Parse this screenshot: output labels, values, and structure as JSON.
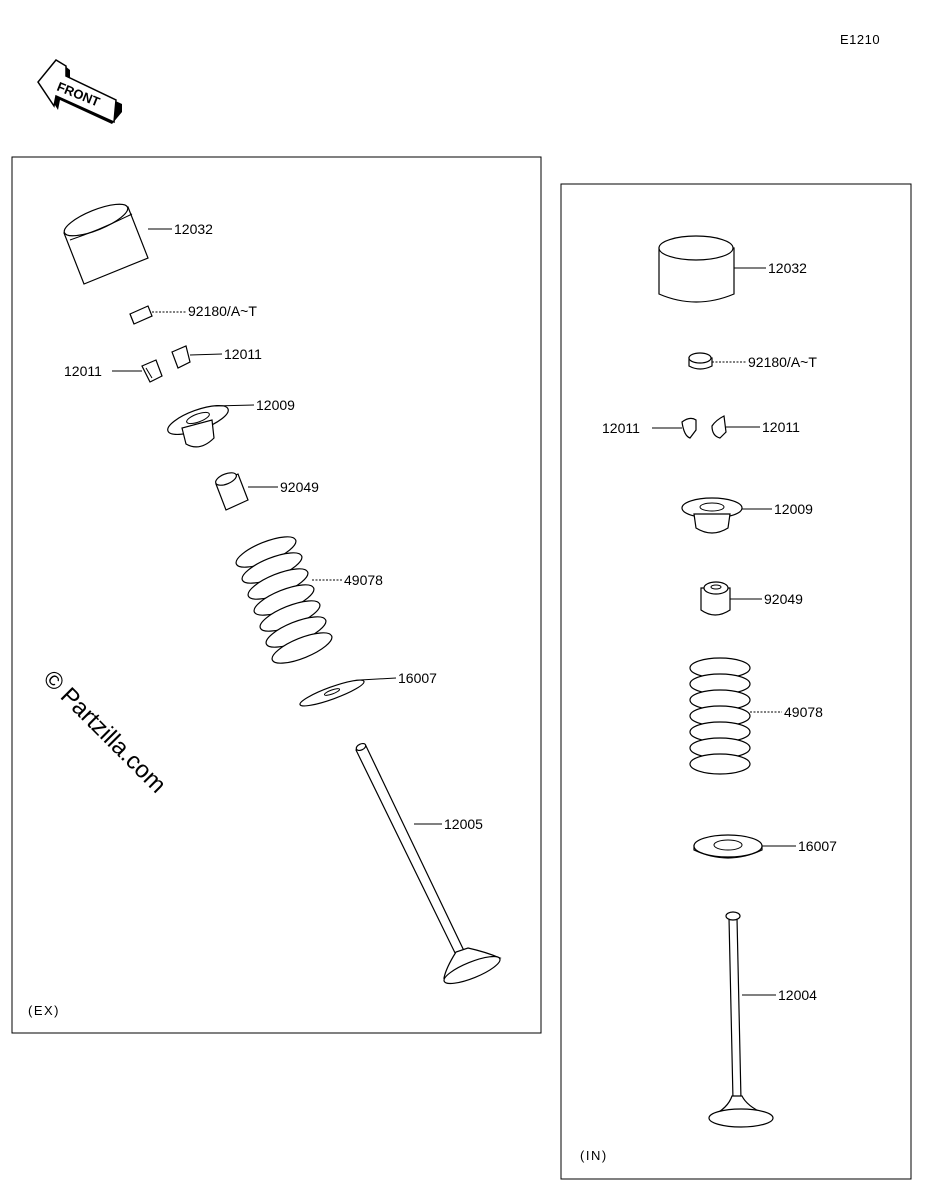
{
  "diagram_code": "E1210",
  "front_label": "FRONT",
  "watermark": "© Partzilla.com",
  "panels": {
    "exhaust": {
      "tag": "(EX)",
      "labels": {
        "tappet": "12032",
        "shim": "92180/A~T",
        "cotter_left": "12011",
        "cotter_right": "12011",
        "retainer": "12009",
        "seal": "92049",
        "spring": "49078",
        "spring_seat": "16007",
        "valve": "12005"
      }
    },
    "intake": {
      "tag": "(IN)",
      "labels": {
        "tappet": "12032",
        "shim": "92180/A~T",
        "cotter_left": "12011",
        "cotter_right": "12011",
        "retainer": "12009",
        "seal": "92049",
        "spring": "49078",
        "spring_seat": "16007",
        "valve": "12004"
      }
    }
  }
}
